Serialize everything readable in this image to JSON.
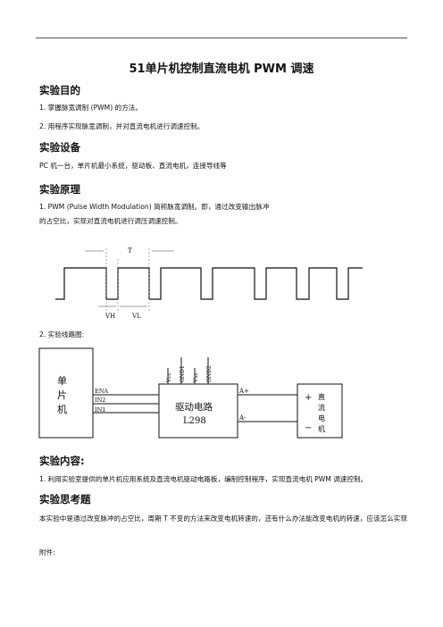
{
  "title": "51单片机控制直流电机 PWM 调速",
  "sections": {
    "objective": {
      "heading": "实验目的",
      "items": [
        "1. 掌握脉宽调制 (PWM) 的方法。",
        "2. 用程序实现脉宽调制，并对直流电机进行调速控制。"
      ]
    },
    "equipment": {
      "heading": "实验设备",
      "text": "PC 机一台，单片机最小系统，驱动板、直流电机，连接导线等"
    },
    "principle": {
      "heading": "实验原理",
      "line1": "1. PWM (Pulse Width Modulation) 简称脉宽调制。即，通过改变输出脉冲",
      "line2": "的占空比，实现对直流电机进行调压调速控制。",
      "circuit_label": "2. 实验线路图:"
    },
    "content": {
      "heading": "实验内容:",
      "text": "1. 利用实验室提供的单片机应用系统及直流电机驱动电路板，编制控制程序，实现直流电机 PWM 调速控制。"
    },
    "reflection": {
      "heading": "实验思考题",
      "text": "本实验中是通过改变脉冲的占空比，周期 T 不变的方法来改变电机转速的，还有什么办法能改变电机的转速，应该怎么实现",
      "attachment": "附件:"
    }
  },
  "waveform": {
    "period_label": "T",
    "high_label": "VH",
    "low_label": "VL"
  },
  "circuit": {
    "mcu_label": [
      "单",
      "片",
      "机"
    ],
    "pins": [
      "ENA",
      "IN2",
      "IN1"
    ],
    "driver_name": "驱动电路",
    "driver_chip": "L298",
    "top_pins": [
      "Vcc",
      "GND1",
      "Vss",
      "GND2"
    ],
    "outputs": [
      "A+",
      "A-"
    ],
    "motor_label": [
      "直",
      "流",
      "电",
      "机"
    ],
    "plus": "+",
    "minus": "−"
  }
}
